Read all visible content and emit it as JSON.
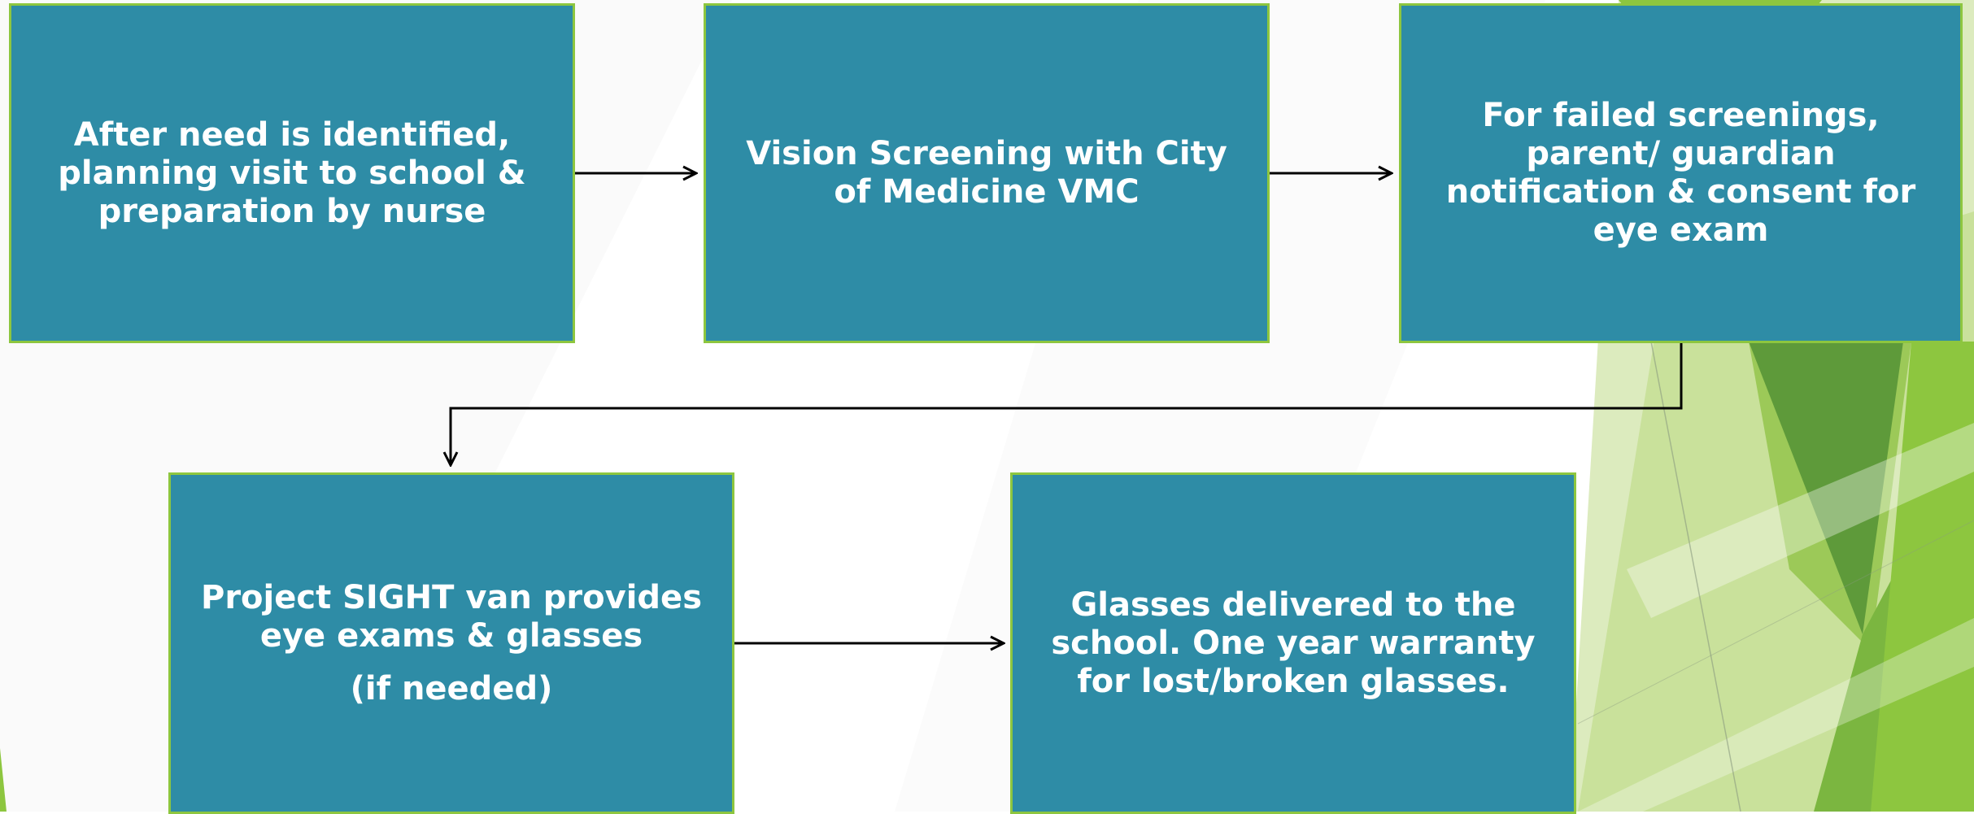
{
  "flowchart": {
    "steps": [
      {
        "id": "step-1",
        "text": "After need is identified, planning visit to school & preparation by nurse"
      },
      {
        "id": "step-2",
        "text": "Vision Screening with City of Medicine VMC"
      },
      {
        "id": "step-3",
        "text": "For failed screenings, parent/ guardian notification & consent for eye exam"
      },
      {
        "id": "step-4",
        "text": "Project SIGHT van provides eye exams & glasses",
        "note": "(if needed)"
      },
      {
        "id": "step-5",
        "text": "Glasses delivered to the school.  One year warranty for lost/broken glasses."
      }
    ],
    "connections": [
      {
        "from": "step-1",
        "to": "step-2"
      },
      {
        "from": "step-2",
        "to": "step-3"
      },
      {
        "from": "step-3",
        "to": "step-4"
      },
      {
        "from": "step-4",
        "to": "step-5"
      }
    ]
  },
  "colors": {
    "box_fill": "#2e8ca6",
    "box_border": "#8dc63f",
    "box_text": "#ffffff",
    "connector": "#000000",
    "accent_dark_green": "#5e9a3a",
    "accent_green": "#8dc63f",
    "accent_light_green": "#c9e19b"
  }
}
